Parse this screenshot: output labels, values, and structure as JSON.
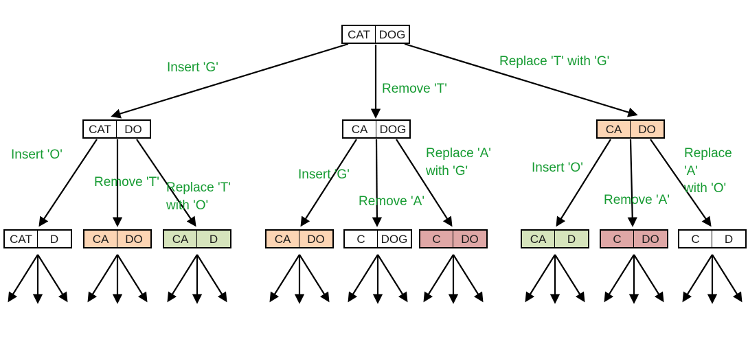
{
  "diagram": {
    "description_title": "Edit distance recursion tree CAT to DOG",
    "palette": {
      "node_white": "#ffffff",
      "node_orange": "#fcd5b4",
      "node_green": "#d6e4bc",
      "node_pink": "#dfa7a6",
      "edge_label_green": "#169b32",
      "arrow_black": "#000000",
      "node_border": "#000000"
    },
    "tree": {
      "root": {
        "left": "CAT",
        "right": "DOG",
        "color": "white"
      },
      "level2": [
        {
          "left": "CAT",
          "right": "DO",
          "color": "white"
        },
        {
          "left": "CA",
          "right": "DOG",
          "color": "white"
        },
        {
          "left": "CA",
          "right": "DO",
          "color": "orange"
        }
      ],
      "level3_groups": [
        [
          {
            "left": "CAT",
            "right": "D",
            "color": "white"
          },
          {
            "left": "CA",
            "right": "DO",
            "color": "orange"
          },
          {
            "left": "CA",
            "right": "D",
            "color": "green"
          }
        ],
        [
          {
            "left": "CA",
            "right": "DO",
            "color": "orange"
          },
          {
            "left": "C",
            "right": "DOG",
            "color": "white"
          },
          {
            "left": "C",
            "right": "DO",
            "color": "pink"
          }
        ],
        [
          {
            "left": "CA",
            "right": "D",
            "color": "green"
          },
          {
            "left": "C",
            "right": "DO",
            "color": "pink"
          },
          {
            "left": "C",
            "right": "D",
            "color": "white"
          }
        ]
      ],
      "edge_labels": {
        "root": [
          "Insert 'G'",
          "Remove 'T'",
          "Replace 'T' with 'G'"
        ],
        "group1": [
          "Insert 'O'",
          "Remove 'T'",
          "Replace 'T'\nwith 'O'"
        ],
        "group2": [
          "Insert 'G'",
          "Remove 'A'",
          "Replace 'A'\nwith 'G'"
        ],
        "group3": [
          "Insert 'O'",
          "Remove 'A'",
          "Replace 'A'\nwith 'O'"
        ]
      }
    }
  }
}
